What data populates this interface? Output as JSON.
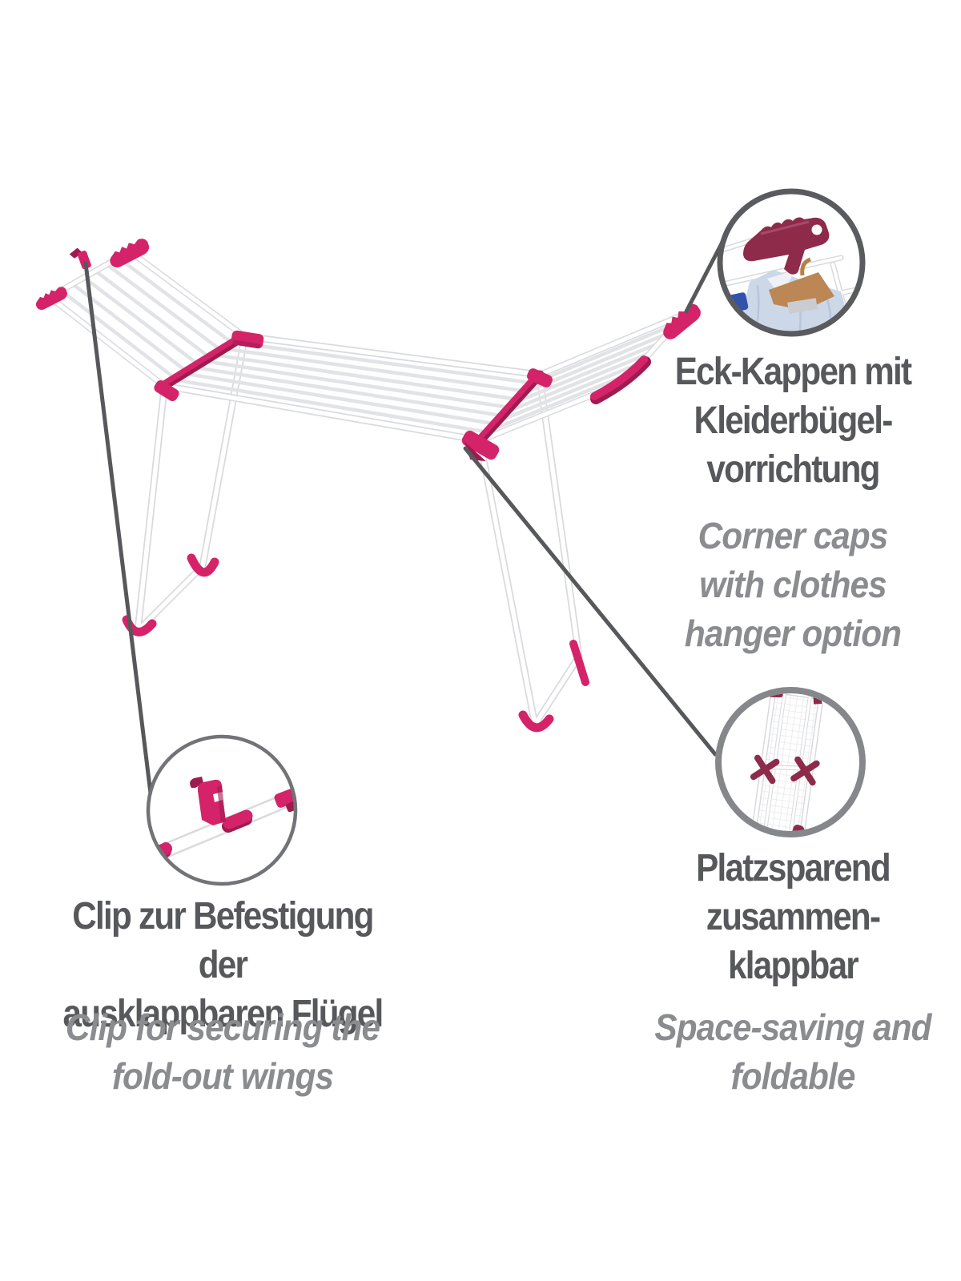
{
  "colors": {
    "pink": "#d42369",
    "pink-dark": "#9e1b50",
    "maroon": "#8e2b4a",
    "rail-outline": "#d9dadd",
    "rail-thin": "#e2e3e6",
    "leader-gray": "#57585b",
    "circle-dark": "#5a5b5e",
    "circle-mid": "#85878a",
    "circle-light": "#717376",
    "heading-gray": "#57585b",
    "subtext-gray": "#8b8c8f",
    "shirt-blue": "#ccd8e8",
    "shirt-fold": "#b7c6dc",
    "hanger-tan": "#bd8655",
    "accent-blue": "#3152ad"
  },
  "callouts": {
    "corner_caps": {
      "title": "Eck-Kappen mit\nKleiderbügel-\nvorrichtung",
      "subtitle": "Corner caps\nwith clothes\nhanger option"
    },
    "foldable": {
      "title": "Platzsparend\nzusammen-\nklappbar",
      "subtitle": "Space-saving and\nfoldable"
    },
    "clip": {
      "title": "Clip zur Befestigung der\nausklappbaren Flügel",
      "subtitle": "Clip for securing the\nfold-out wings"
    }
  }
}
